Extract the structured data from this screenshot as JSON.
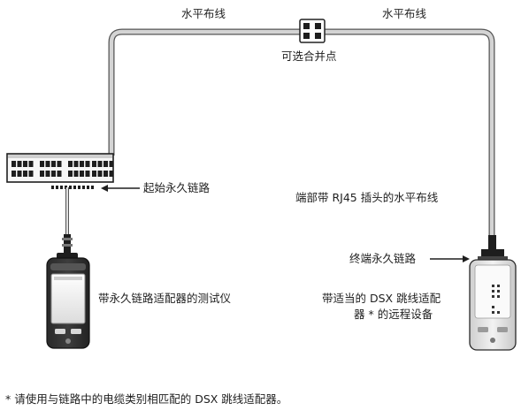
{
  "labels": {
    "horizontal_cabling_left": "水平布线",
    "horizontal_cabling_right": "水平布线",
    "optional_consolidation_point": "可选合并点",
    "permanent_link_start": "起始永久链路",
    "horizontal_cable_rj45": "端部带 RJ45 插头的水平布线",
    "permanent_link_end": "终端永久链路",
    "tester_with_pl_adapter": "带永久链路适配器的测试仪",
    "remote_line1": "带适当的 DSX 跳线适配",
    "remote_line2": "器 * 的远程设备"
  },
  "footnote": "* 请使用与链路中的电缆类别相匹配的 DSX 跳线适配器。",
  "colors": {
    "cable": "#d4d4d4",
    "cable_edge": "#555555",
    "device_dark": "#1e1e1e",
    "device_light": "#e6e6e6",
    "screen": "#f4f4f4"
  },
  "icons": {
    "patch_panel": "patch-panel-icon",
    "consolidation_point": "consolidation-point-icon",
    "main_tester": "tester-device-icon",
    "remote_unit": "remote-unit-icon",
    "arrow": "arrow-icon"
  }
}
